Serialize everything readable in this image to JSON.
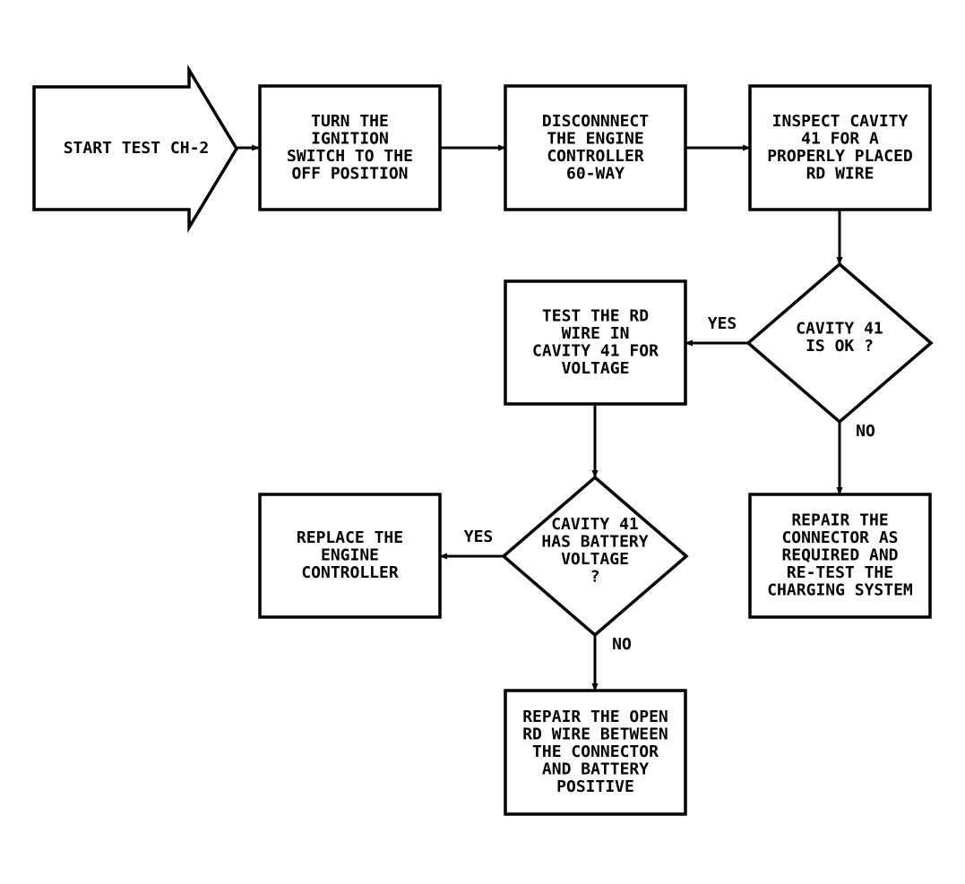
{
  "nodes": [
    {
      "id": "start",
      "kind": "start-arrow",
      "lines": [
        "START TEST CH-2"
      ]
    },
    {
      "id": "turn-ignition-off",
      "kind": "process",
      "lines": [
        "TURN THE",
        "IGNITION",
        "SWITCH TO THE",
        "OFF POSITION"
      ]
    },
    {
      "id": "disconnect-controller",
      "kind": "process",
      "lines": [
        "DISCONNNECT",
        "THE ENGINE",
        "CONTROLLER",
        "60-WAY"
      ]
    },
    {
      "id": "inspect-cavity",
      "kind": "process",
      "lines": [
        "INSPECT CAVITY",
        "41 FOR A",
        "PROPERLY PLACED",
        "RD WIRE"
      ]
    },
    {
      "id": "cavity-ok",
      "kind": "decision",
      "lines": [
        "CAVITY 41",
        "IS OK ?"
      ]
    },
    {
      "id": "test-rd-wire",
      "kind": "process",
      "lines": [
        "TEST THE RD",
        "WIRE IN",
        "CAVITY 41 FOR",
        "VOLTAGE"
      ]
    },
    {
      "id": "repair-connector",
      "kind": "process",
      "lines": [
        "REPAIR THE",
        "CONNECTOR AS",
        "REQUIRED AND",
        "RE-TEST THE",
        "CHARGING SYSTEM"
      ]
    },
    {
      "id": "battery-voltage",
      "kind": "decision",
      "lines": [
        "CAVITY 41",
        "HAS BATTERY",
        "VOLTAGE",
        "?"
      ]
    },
    {
      "id": "replace-controller",
      "kind": "process",
      "lines": [
        "REPLACE THE",
        "ENGINE",
        "CONTROLLER"
      ]
    },
    {
      "id": "repair-open-wire",
      "kind": "process",
      "lines": [
        "REPAIR THE OPEN",
        "RD WIRE BETWEEN",
        "THE CONNECTOR",
        "AND BATTERY",
        "POSITIVE"
      ]
    }
  ],
  "edges": [
    {
      "from": "start",
      "to": "turn-ignition-off",
      "label": ""
    },
    {
      "from": "turn-ignition-off",
      "to": "disconnect-controller",
      "label": ""
    },
    {
      "from": "disconnect-controller",
      "to": "inspect-cavity",
      "label": ""
    },
    {
      "from": "inspect-cavity",
      "to": "cavity-ok",
      "label": ""
    },
    {
      "from": "cavity-ok",
      "to": "test-rd-wire",
      "label": "YES"
    },
    {
      "from": "cavity-ok",
      "to": "repair-connector",
      "label": "NO"
    },
    {
      "from": "test-rd-wire",
      "to": "battery-voltage",
      "label": ""
    },
    {
      "from": "battery-voltage",
      "to": "replace-controller",
      "label": "YES"
    },
    {
      "from": "battery-voltage",
      "to": "repair-open-wire",
      "label": "NO"
    }
  ]
}
